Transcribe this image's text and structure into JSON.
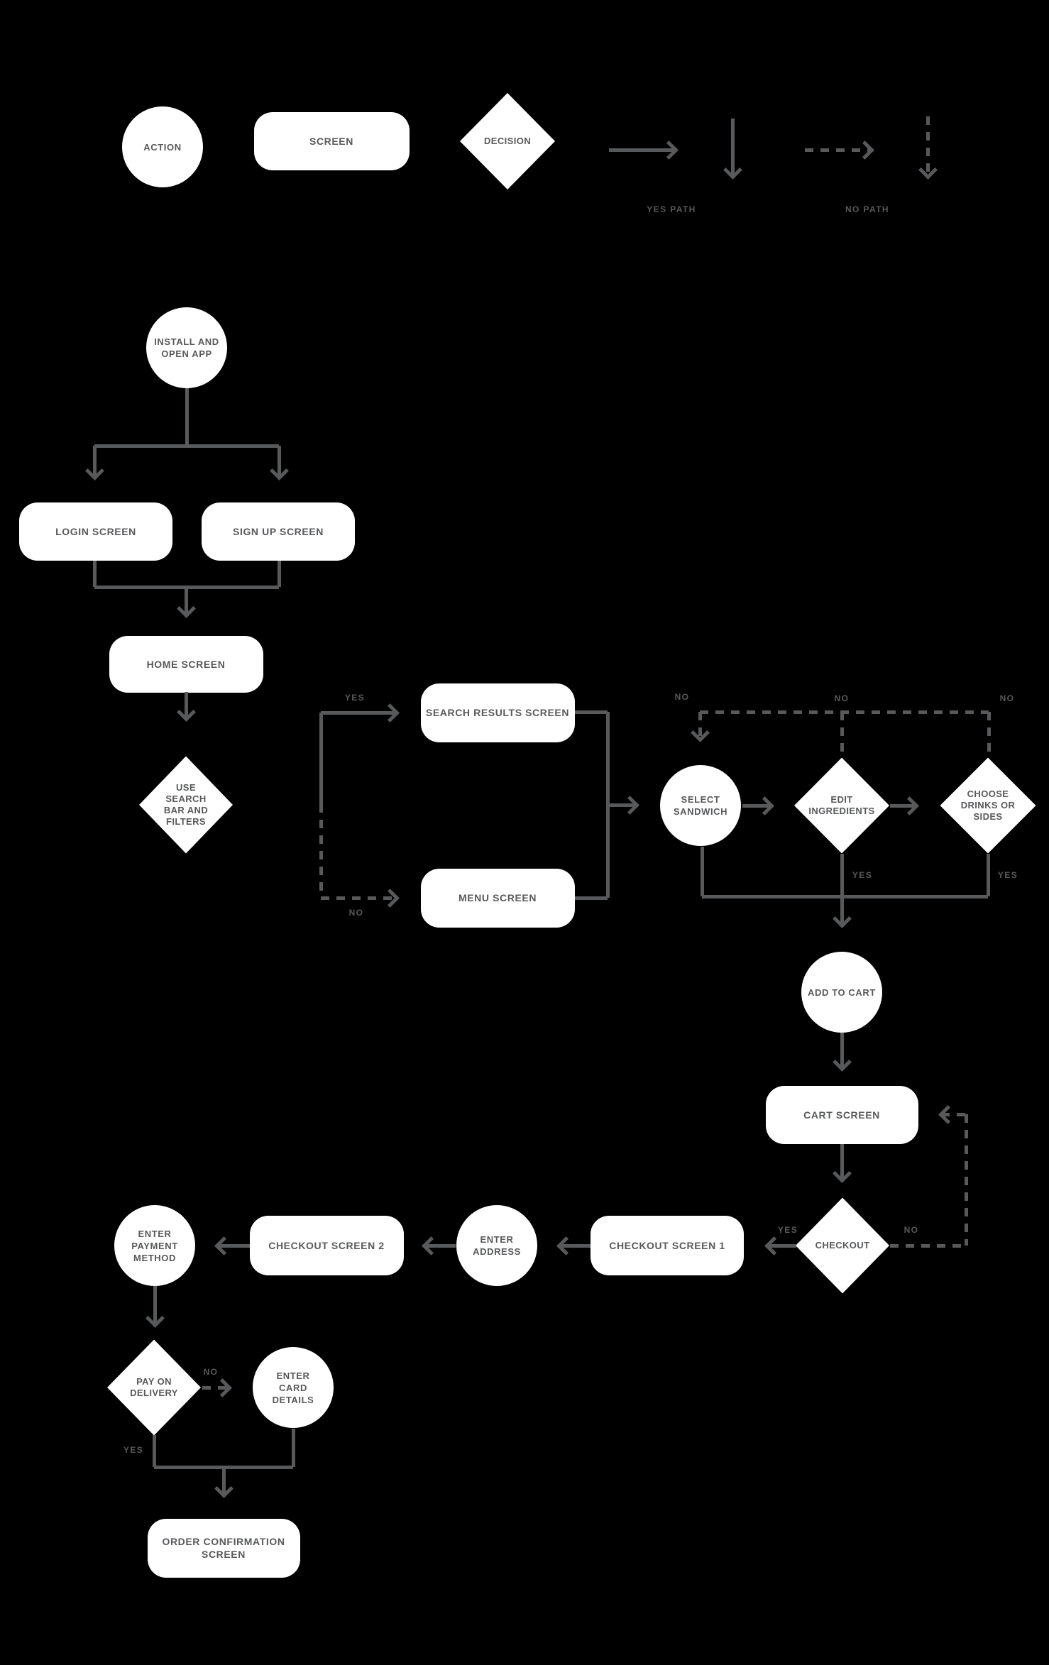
{
  "colors": {
    "background": "#000000",
    "shape_fill": "#ffffff",
    "line": "#58595b",
    "text": "#58595b"
  },
  "legend": {
    "action": "ACTION",
    "screen": "SCREEN",
    "decision": "DECISION",
    "yes_path": "YES PATH",
    "no_path": "NO PATH"
  },
  "labels": {
    "yes": "YES",
    "no": "NO"
  },
  "nodes": {
    "install": "INSTALL AND\nOPEN APP",
    "login": "LOGIN SCREEN",
    "signup": "SIGN UP SCREEN",
    "home": "HOME SCREEN",
    "use_search": "USE\nSEARCH\nBAR AND\nFILTERS",
    "search_results": "SEARCH RESULTS SCREEN",
    "menu": "MENU SCREEN",
    "select_sandwich": "SELECT\nSANDWICH",
    "edit_ingredients": "EDIT\nINGREDIENTS",
    "choose_drinks": "CHOOSE\nDRINKS OR\nSIDES",
    "add_to_cart": "ADD TO CART",
    "cart": "CART SCREEN",
    "checkout": "CHECKOUT",
    "checkout1": "CHECKOUT SCREEN 1",
    "enter_address": "ENTER\nADDRESS",
    "checkout2": "CHECKOUT SCREEN 2",
    "enter_payment": "ENTER\nPAYMENT\nMETHOD",
    "pay_on_delivery": "PAY ON\nDELIVERY",
    "enter_card": "ENTER\nCARD\nDETAILS",
    "order_confirmation": "ORDER CONFIRMATION\nSCREEN"
  }
}
